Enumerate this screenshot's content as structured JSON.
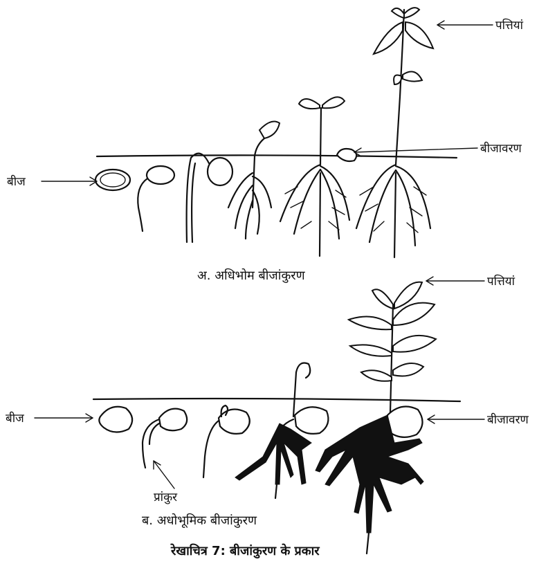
{
  "figure": {
    "title": "रेखाचित्र 7: बीजांकुरण के प्रकार",
    "panel_a": {
      "caption": "अ.  अधिभोम बीजांकुरण",
      "labels": {
        "seed": "बीज",
        "seed_coat": "बीजावरण",
        "leaves": "पत्तियां"
      }
    },
    "panel_b": {
      "caption": "ब.  अधोभूमिक बीजांकुरण",
      "labels": {
        "seed": "बीज",
        "seed_coat": "बीजावरण",
        "leaves": "पत्तियां",
        "plumule": "प्रांकुर"
      }
    }
  }
}
